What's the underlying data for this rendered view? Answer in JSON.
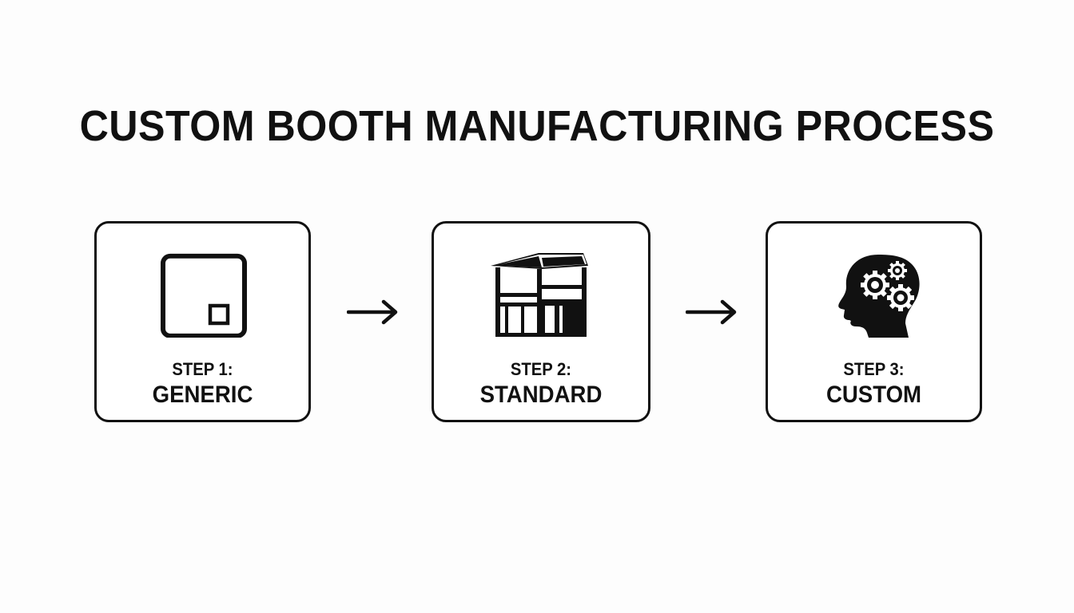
{
  "title": "CUSTOM BOOTH MANUFACTURING PROCESS",
  "steps": [
    {
      "number": "STEP 1:",
      "name": "GENERIC",
      "icon": "generic-box-icon"
    },
    {
      "number": "STEP 2:",
      "name": "STANDARD",
      "icon": "booth-structure-icon"
    },
    {
      "number": "STEP 3:",
      "name": "CUSTOM",
      "icon": "head-gears-icon"
    }
  ],
  "colors": {
    "ink": "#111111",
    "background": "#fdfdfd",
    "card": "#ffffff"
  }
}
